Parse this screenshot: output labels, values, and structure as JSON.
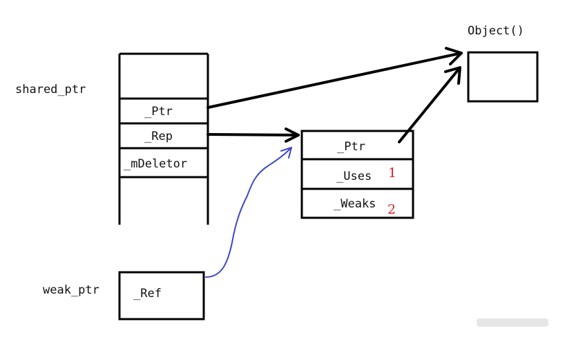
{
  "labels": {
    "shared_ptr": "shared_ptr",
    "weak_ptr": "weak_ptr",
    "object": "Object()"
  },
  "shared_ptr_fields": [
    "_Ptr",
    "_Rep",
    "_mDeletor"
  ],
  "control_block_fields": [
    "_Ptr",
    "_Uses",
    "_Weaks"
  ],
  "counts": {
    "uses": "1",
    "weaks": "2"
  },
  "weak_ptr_fields": [
    "_Ref"
  ],
  "colors": {
    "ink": "#000000",
    "weak_ptr": "#3b47c9",
    "count": "#e02020",
    "ref_text": "#e02020"
  }
}
